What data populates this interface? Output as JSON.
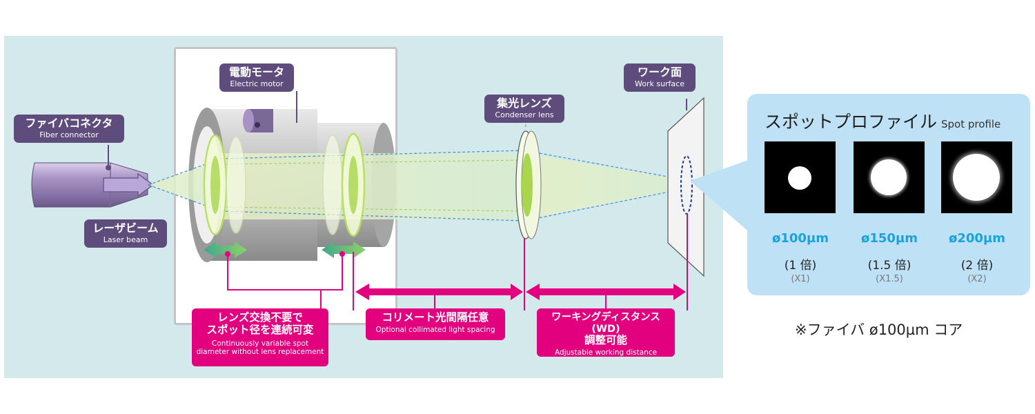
{
  "labels": {
    "motor": {
      "ja": "電動モータ",
      "en": "Electric motor"
    },
    "fiber": {
      "ja": "ファイバコネクタ",
      "en": "Fiber connector"
    },
    "laser": {
      "ja": "レーザビーム",
      "en": "Laser beam"
    },
    "condenser": {
      "ja": "集光レンズ",
      "en": "Condenser lens"
    },
    "work": {
      "ja": "ワーク面",
      "en": "Work surface"
    }
  },
  "features": {
    "lens_free": {
      "ja1": "レンズ交換不要で",
      "ja2": "スポット径を連続可変",
      "en1": "Continuously variable spot",
      "en2": "diameter without lens replacement"
    },
    "collimated": {
      "ja": "コリメート光間隔任意",
      "en": "Optional collimated light spacing"
    },
    "wd": {
      "ja1": "ワーキングディスタンス(WD)",
      "ja2": "調整可能",
      "en": "Adjustable working distance"
    }
  },
  "spot_profile": {
    "title_ja": "スポットプロファイル",
    "title_en": "Spot profile",
    "items": [
      {
        "size": "ø100µm",
        "mult": "(1 倍)",
        "x": "(X1)"
      },
      {
        "size": "ø150µm",
        "mult": "(1.5 倍)",
        "x": "(X1.5)"
      },
      {
        "size": "ø200µm",
        "mult": "(2 倍)",
        "x": "(X2)"
      }
    ]
  },
  "footnote": "※ファイバ ø100µm コア",
  "colors": {
    "purple_label": "#5e4d7c",
    "magenta": "#e3007f",
    "spot_blue": "#19a3dc",
    "panel": "#d3e9ec"
  }
}
